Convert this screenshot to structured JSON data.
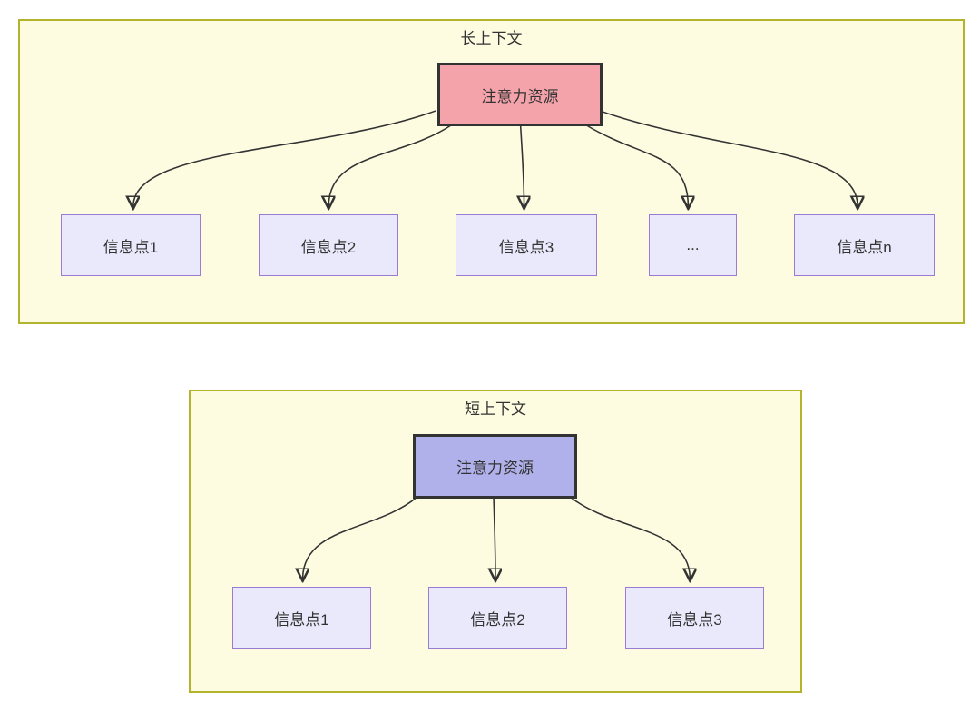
{
  "colors": {
    "panel_background": "#fdfce1",
    "panel_border": "#b3b32e",
    "long_source_fill": "#f5a3aa",
    "short_source_fill": "#b0b0ea",
    "target_fill": "#e9e9fb",
    "target_border": "#9b7bd4",
    "node_border": "#333333",
    "arrow_color": "#333333",
    "text_color": "#333333"
  },
  "panels": [
    {
      "id": "long-context",
      "title": "长上下文",
      "source": {
        "label": "注意力资源"
      },
      "targets": [
        {
          "label": "信息点1"
        },
        {
          "label": "信息点2"
        },
        {
          "label": "信息点3"
        },
        {
          "label": "..."
        },
        {
          "label": "信息点n"
        }
      ],
      "edges": [
        {
          "from": "注意力资源",
          "to": "信息点1"
        },
        {
          "from": "注意力资源",
          "to": "信息点2"
        },
        {
          "from": "注意力资源",
          "to": "信息点3"
        },
        {
          "from": "注意力资源",
          "to": "..."
        },
        {
          "from": "注意力资源",
          "to": "信息点n"
        }
      ]
    },
    {
      "id": "short-context",
      "title": "短上下文",
      "source": {
        "label": "注意力资源"
      },
      "targets": [
        {
          "label": "信息点1"
        },
        {
          "label": "信息点2"
        },
        {
          "label": "信息点3"
        }
      ],
      "edges": [
        {
          "from": "注意力资源",
          "to": "信息点1"
        },
        {
          "from": "注意力资源",
          "to": "信息点2"
        },
        {
          "from": "注意力资源",
          "to": "信息点3"
        }
      ]
    }
  ]
}
